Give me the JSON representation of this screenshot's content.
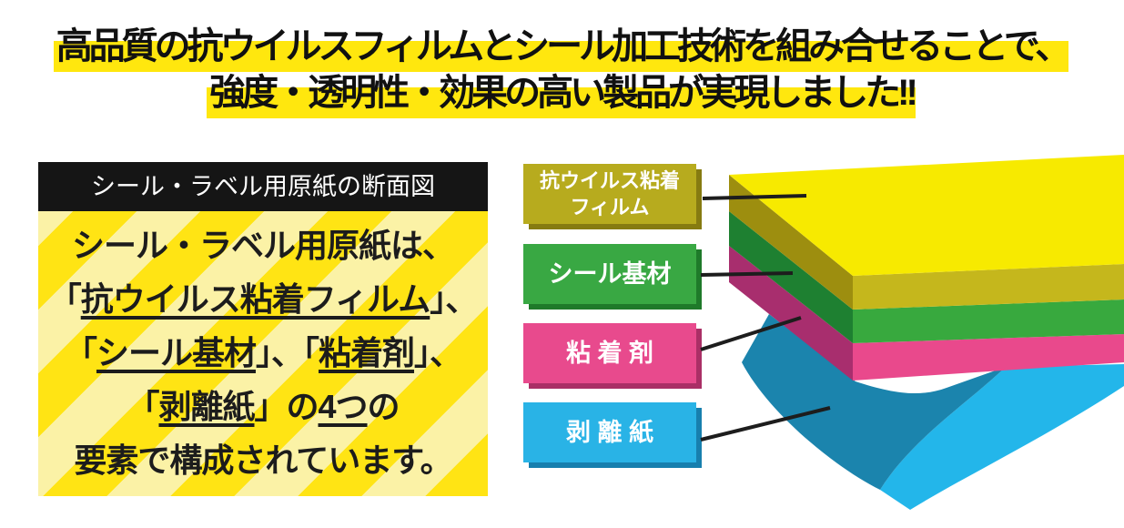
{
  "headline": {
    "line1": "高品質の抗ウイルスフィルムとシール加工技術を組み合せることで、",
    "line2": "強度・透明性・効果の高い製品が実現しました!!",
    "highlight_color": "#ffe70e"
  },
  "panel": {
    "title": "シール・ラベル用原紙の断面図",
    "lines": [
      {
        "segments": [
          {
            "text": "シール・ラベル用原紙は、",
            "underline": false
          }
        ]
      },
      {
        "segments": [
          {
            "text": "「",
            "underline": false
          },
          {
            "text": "抗ウイルス粘着フィルム",
            "underline": true
          },
          {
            "text": "」、",
            "underline": false
          }
        ]
      },
      {
        "segments": [
          {
            "text": "「",
            "underline": false
          },
          {
            "text": "シール基材",
            "underline": true
          },
          {
            "text": "」、「",
            "underline": false
          },
          {
            "text": "粘着剤",
            "underline": true
          },
          {
            "text": "」、",
            "underline": false
          }
        ]
      },
      {
        "segments": [
          {
            "text": "「",
            "underline": false
          },
          {
            "text": "剥離紙",
            "underline": true
          },
          {
            "text": "」の",
            "underline": false
          },
          {
            "text": "4つ",
            "underline": true
          },
          {
            "text": "の",
            "underline": false
          }
        ]
      },
      {
        "segments": [
          {
            "text": "要素で構成されています。",
            "underline": false
          }
        ]
      }
    ],
    "stripe_bright": "#ffe414",
    "stripe_pale": "#fbf2a6"
  },
  "labels": [
    {
      "name": "film",
      "lines": [
        "抗ウイルス粘着",
        "フィルム"
      ],
      "color": "#b7ab1e",
      "shadow": "#867b11"
    },
    {
      "name": "base",
      "lines": [
        "シール基材"
      ],
      "color": "#39a843",
      "shadow": "#1f7a2a"
    },
    {
      "name": "adhesive",
      "lines": [
        "粘 着 剤"
      ],
      "color": "#e84a8d",
      "shadow": "#aa2f66"
    },
    {
      "name": "release",
      "lines": [
        "剥 離 紙"
      ],
      "color": "#29b3e6",
      "shadow": "#177fae"
    }
  ],
  "diagram": {
    "colors": {
      "top_yellow": "#f7ea00",
      "olive_left": "#9d8e0f",
      "olive_right": "#c5b71c",
      "green_left": "#1e8031",
      "green_right": "#38a93e",
      "pink_left": "#a82e6e",
      "pink_right": "#e9498c",
      "teal_dark": "#1b84ad",
      "cyan_light": "#23b6ea"
    },
    "line_color": "#1d1d1d"
  }
}
